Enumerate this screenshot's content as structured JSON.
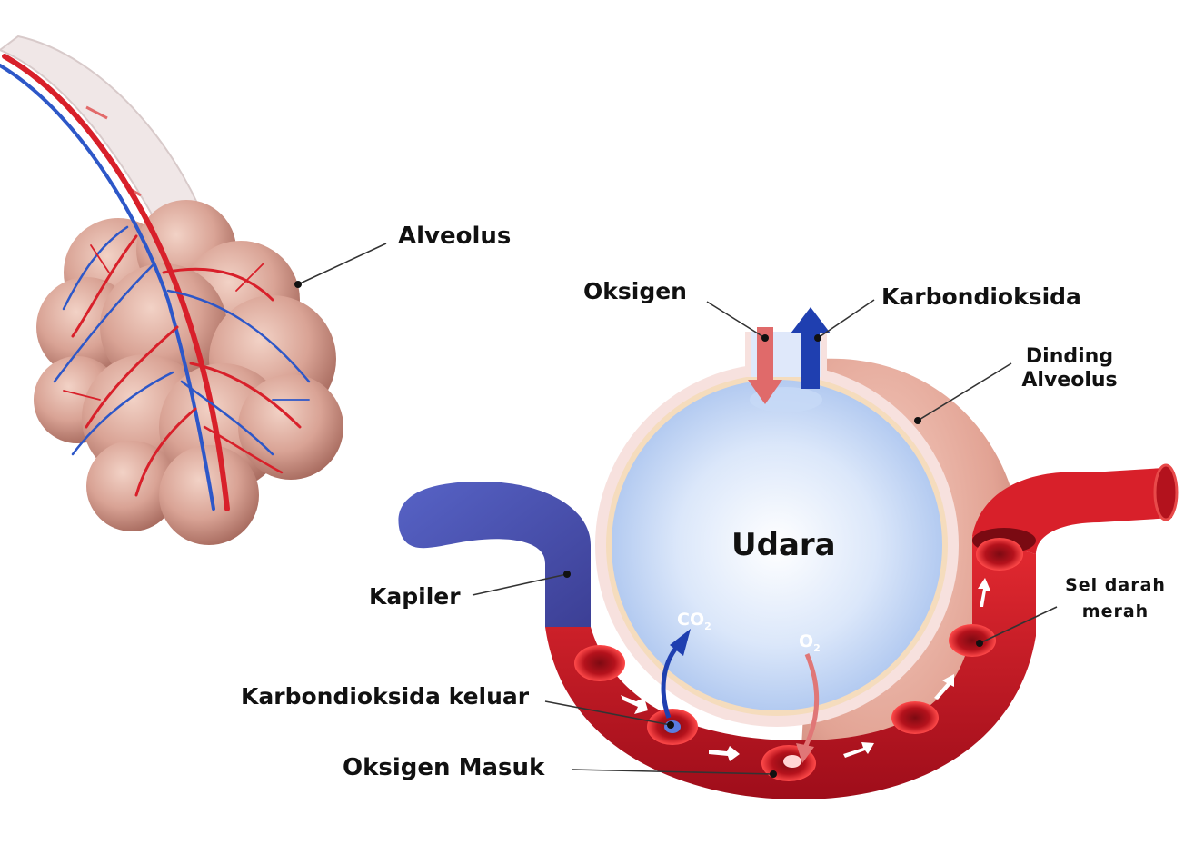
{
  "labels": {
    "alveolus": "Alveolus",
    "oksigen": "Oksigen",
    "karbondioksida": "Karbondioksida",
    "dinding_line1": "Dinding",
    "dinding_line2": "Alveolus",
    "udara": "Udara",
    "kapiler": "Kapiler",
    "sel_line1": "Sel darah",
    "sel_line2": "merah",
    "karbondioksida_keluar": "Karbondioksida keluar",
    "oksigen_masuk": "Oksigen Masuk"
  },
  "gases": {
    "co2_main": "CO",
    "co2_sub": "2",
    "o2_main": "O",
    "o2_sub": "2"
  },
  "colors": {
    "vein_blue": "#4b55b3",
    "artery_red": "#d8202a",
    "alveolus_pink": "#d99a8c",
    "oxygen_arrow": "#e06a6a",
    "co2_arrow": "#1f3fb0",
    "air_fill": "#cfe0f7"
  }
}
